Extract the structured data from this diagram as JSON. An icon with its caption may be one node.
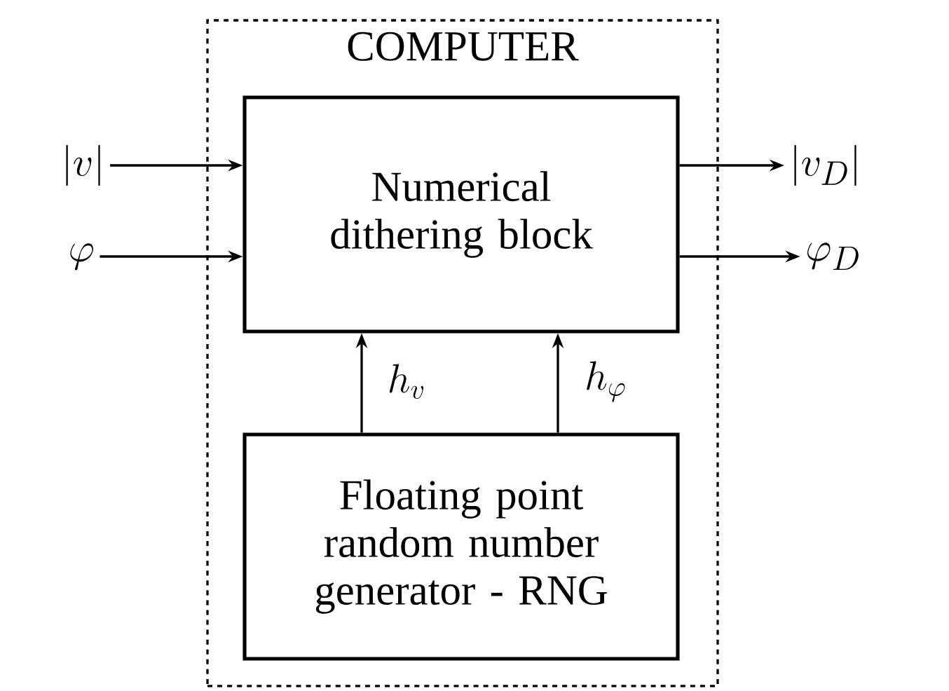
{
  "diagram": {
    "nodes": [
      {
        "text": [
          "COMPUTER"
        ]
      },
      {
        "text": [
          "Numerical dithering block"
        ],
        "in": 0
      },
      {
        "text": [
          "Floating point random number generator - RNG"
        ],
        "in": 0
      },
      {
        "text": [
          "|v|"
        ]
      },
      {
        "text": [
          "\\varphi"
        ]
      },
      {
        "text": [
          "|v_D|"
        ]
      },
      {
        "text": [
          "\\varphi_D"
        ]
      }
    ],
    "edges": [
      {
        "from": 3,
        "to": 1,
        "arrow": "to"
      },
      {
        "from": 4,
        "to": 1,
        "arrow": "to"
      },
      {
        "from": 1,
        "to": 5,
        "arrow": "to"
      },
      {
        "from": 1,
        "to": 6,
        "arrow": "to"
      },
      {
        "from": 2,
        "to": 1,
        "arrow": "to",
        "label": "h_v"
      },
      {
        "from": 2,
        "to": 1,
        "arrow": "to",
        "label": "h_\\varphi"
      }
    ]
  }
}
